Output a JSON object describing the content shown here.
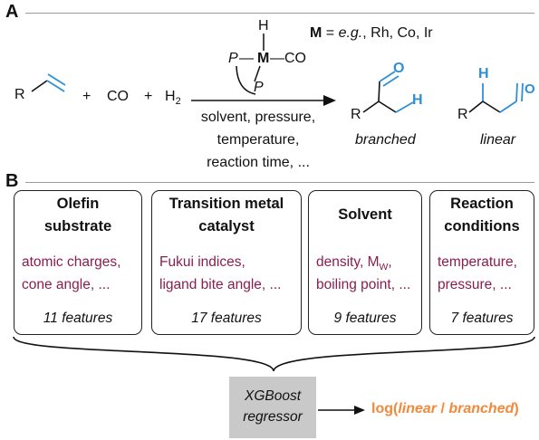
{
  "panel_a": {
    "label": "A",
    "reactant_r": "R",
    "plus_1": "+",
    "co": "CO",
    "plus_2": "+",
    "h2": "H",
    "h2_sub": "2",
    "catalyst": {
      "h": "H",
      "p1": "P",
      "dash": "—",
      "m": "M",
      "co": "—CO",
      "p2": "P"
    },
    "metal_def_bold": "M",
    "metal_def_eq": " = ",
    "metal_def_eg": "e.g.",
    "metal_def_rest": ", Rh, Co, Ir",
    "conditions": [
      "solvent, pressure,",
      "temperature,",
      "reaction time, ..."
    ],
    "branched_label": "branched",
    "linear_label": "linear",
    "atoms": {
      "o": "O",
      "h": "H",
      "r": "R"
    }
  },
  "panel_b": {
    "label": "B",
    "boxes": [
      {
        "title": [
          "Olefin",
          "substrate"
        ],
        "desc": [
          "atomic charges,",
          "cone angle, ..."
        ],
        "count": "11 features"
      },
      {
        "title": [
          "Transition metal",
          "catalyst"
        ],
        "desc": [
          "Fukui indices,",
          "ligand bite angle, ..."
        ],
        "count": "17 features"
      },
      {
        "title": [
          "Solvent"
        ],
        "desc": [
          "density, M",
          "boiling point, ..."
        ],
        "desc_sub": "W",
        "desc_suffix": ",",
        "count": "9 features"
      },
      {
        "title": [
          "Reaction",
          "conditions"
        ],
        "desc": [
          "temperature,",
          "pressure, ..."
        ],
        "count": "7 features"
      }
    ],
    "model": [
      "XGBoost",
      "regressor"
    ],
    "output": {
      "prefix": "log(",
      "linear": "linear",
      "slash": " / ",
      "branched": "branched",
      "suffix": ")"
    }
  },
  "colors": {
    "bond_blue": "#2f8fd6",
    "descriptor": "#8a1d4f",
    "output": "#f2893b",
    "model_box": "#c9c9c9"
  }
}
